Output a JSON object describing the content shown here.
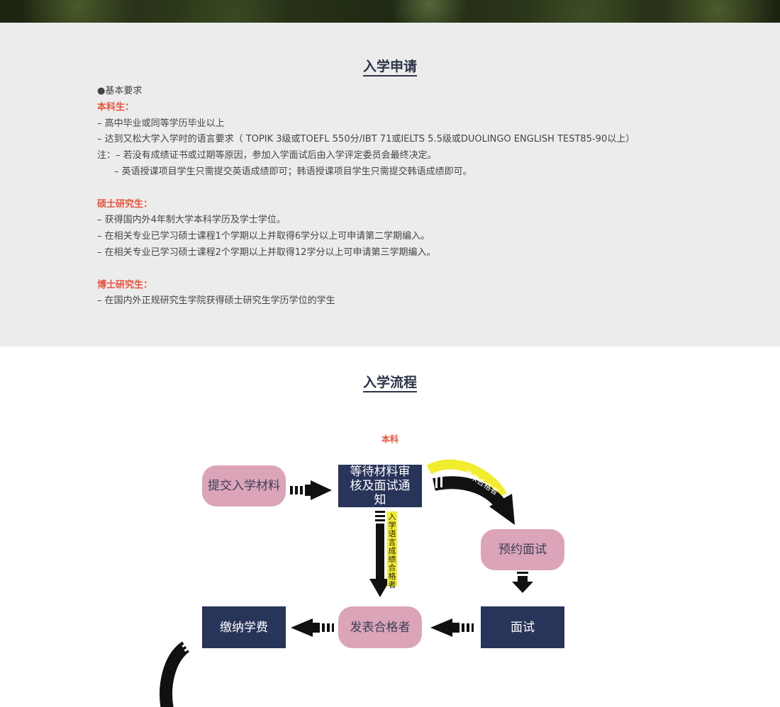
{
  "requirements": {
    "title": "入学申请",
    "basic": "●基本要求",
    "undergrad": {
      "heading": "本科生：",
      "lines": [
        "– 高中毕业或同等学历毕业以上",
        "– 达到又松大学入学时的语言要求（ TOPIK 3级或TOEFL 550分/IBT 71或IELTS 5.5级或DUOLINGO ENGLISH TEST85-90以上）"
      ],
      "note": "注：– 若没有成绩证书或过期等原因，参加入学面试后由入学评定委员会最终决定。",
      "note2": "– 英语授课项目学生只需提交英语成绩即可；韩语授课项目学生只需提交韩语成绩即可。"
    },
    "master": {
      "heading": "硕士研究生：",
      "lines": [
        "– 获得国内外4年制大学本科学历及学士学位。",
        "– 在相关专业已学习硕士课程1个学期以上并取得6学分以上可申请第二学期编入。",
        "– 在相关专业已学习硕士课程2个学期以上并取得12学分以上可申请第三学期编入。"
      ]
    },
    "phd": {
      "heading": "博士研究生：",
      "lines": [
        "– 在国内外正规研究生学院获得硕士研究生学历学位的学生"
      ]
    }
  },
  "process": {
    "title": "入学流程",
    "sublabel": "本科",
    "nodes": {
      "submit": "提交入学材料",
      "review": "等待材料审核及面试通知",
      "appointment": "预约面试",
      "interview": "面试",
      "announce": "发表合格者",
      "pay": "缴纳学费"
    },
    "labels": {
      "lang_qualified": "入学语言成绩合格者",
      "score_unqualified": "绩未合格者"
    },
    "colors": {
      "pink": "#dca4b8",
      "navy": "#283459",
      "highlight": "#f2ec2e",
      "accent_red": "#e8513a"
    }
  }
}
